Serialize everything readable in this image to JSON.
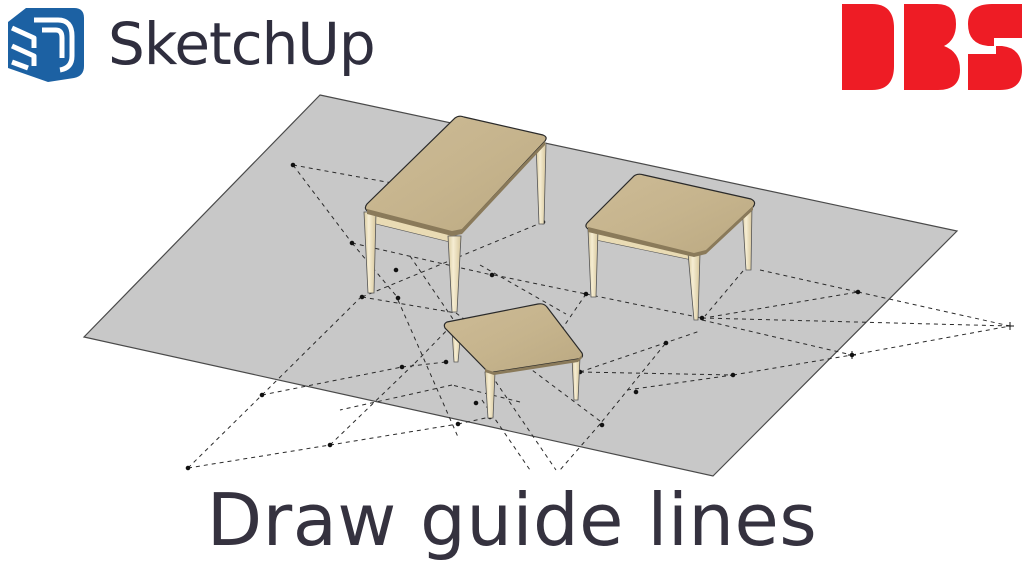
{
  "brand": {
    "name": "SketchUp",
    "logo_icon": "sketchup-logo-icon",
    "logo_color": "#1c61a3",
    "text_color": "#2f2e3e"
  },
  "partner_logo": {
    "text": "DBS",
    "icon": "dbs-logo-icon",
    "color": "#ee1c25"
  },
  "title": "Draw guide lines",
  "scene": {
    "description": "Isometric view of a gray ground plane with three plywood tables and dashed guide lines with endpoint markers",
    "plane_color": "#c8c8c8",
    "plane_edge_color": "#555555",
    "tabletop_color": "#c7b58f",
    "leg_color": "#efe3c2",
    "guide_line_color": "#333333",
    "objects": [
      {
        "type": "table",
        "name": "long-table"
      },
      {
        "type": "table",
        "name": "square-table"
      },
      {
        "type": "table",
        "name": "low-square-table"
      }
    ]
  }
}
